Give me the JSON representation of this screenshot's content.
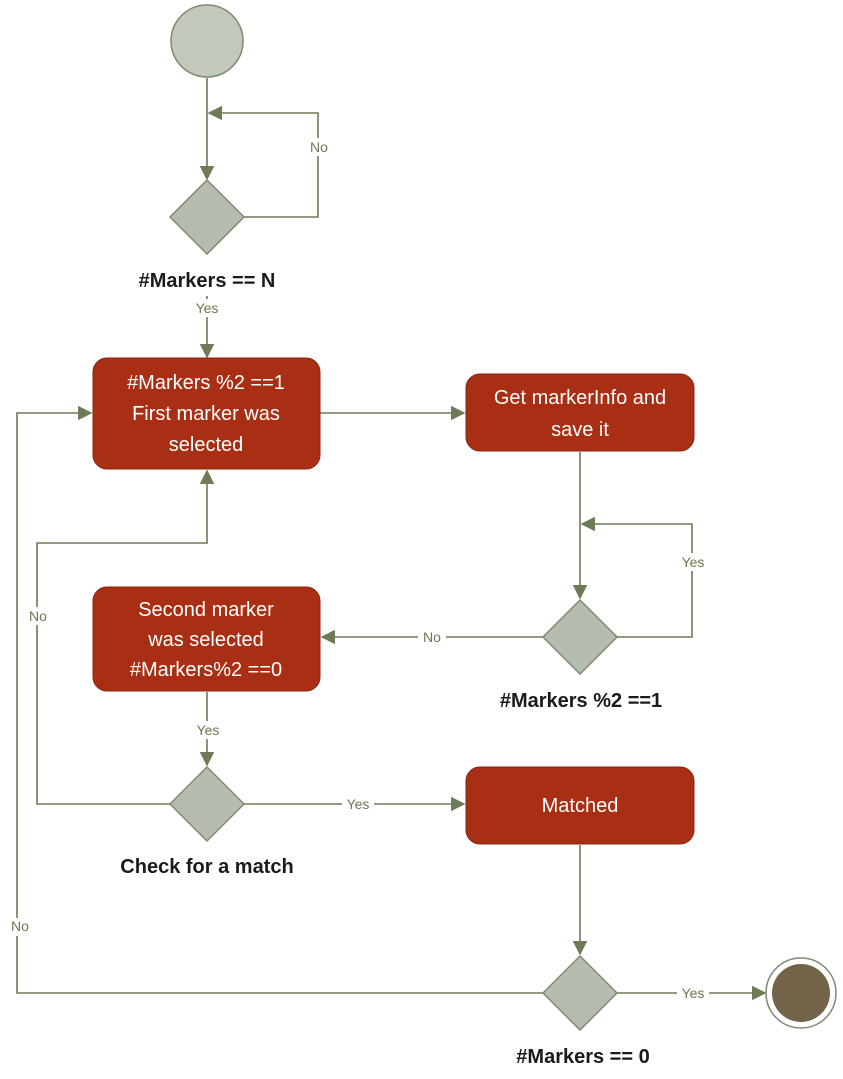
{
  "colors": {
    "action_fill": "#a82f14",
    "action_stroke": "#8a2410",
    "decision_fill": "#b6bdb0",
    "decision_stroke": "#7e8b70",
    "start_fill": "#c2c8bc",
    "end_fill": "#736349",
    "edge_stroke": "#6d7b57",
    "label_color": "#6b7a4e"
  },
  "nodes": {
    "start": {
      "type": "start-node"
    },
    "decision_markers_n": {
      "label": "#Markers == N"
    },
    "first_marker": {
      "lines": [
        "#Markers %2 ==1",
        "First marker was",
        "selected"
      ]
    },
    "get_markerinfo": {
      "lines": [
        "Get markerInfo and",
        "save it"
      ]
    },
    "decision_markers_odd": {
      "label": "#Markers %2 ==1"
    },
    "second_marker": {
      "lines": [
        "Second marker",
        "was selected",
        "#Markers%2 ==0"
      ]
    },
    "decision_check_match": {
      "label": "Check for a match"
    },
    "matched": {
      "lines": [
        "Matched"
      ]
    },
    "decision_markers_zero": {
      "label": "#Markers == 0"
    },
    "end": {
      "type": "end-node"
    }
  },
  "edge_labels": {
    "loop_n_no": "No",
    "n_yes": "Yes",
    "odd_yes": "Yes",
    "odd_no": "No",
    "second_yes": "Yes",
    "match_no": "No",
    "match_yes": "Yes",
    "zero_no": "No",
    "zero_yes": "Yes"
  }
}
